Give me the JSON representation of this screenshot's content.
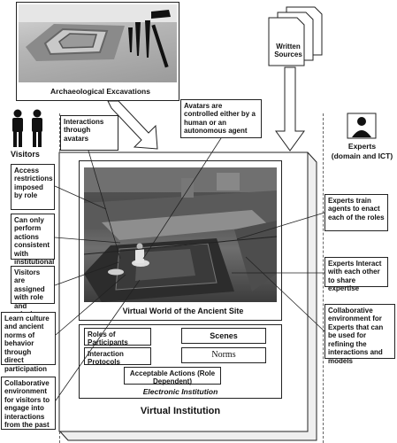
{
  "excavation": {
    "caption": "Archaeological Excavations"
  },
  "written_sources": {
    "label": "Written\nSources"
  },
  "visitors": {
    "label": "Visitors"
  },
  "experts": {
    "label_line1": "Experts",
    "label_line2": "(domain and ICT)"
  },
  "callouts": {
    "interactions_through_avatars": "Interactions through avatars",
    "avatars_controlled": "Avatars are controlled either by a human or an autonomous agent",
    "access_restrictions": "Access restrictions imposed by role",
    "can_only_perform": "Can only perform actions consistent with institutional rules",
    "visitors_assigned": "Visitors are assigned with role and mission",
    "learn_culture": "Learn culture and ancient norms of behavior through direct participation",
    "collab_visitors": "Collaborative environment for visitors to engage into interactions from the past",
    "experts_train": "Experts train agents to enact each of the roles",
    "experts_interact": "Experts Interact with each other to share expertise",
    "collab_experts": "Collaborative environment for Experts that can be used for refining the interactions and models"
  },
  "virtual_world": {
    "caption": "Virtual World of the Ancient Site"
  },
  "electronic_institution": {
    "roles": "Roles of Participants",
    "scenes": "Scenes",
    "interaction_protocols": "Interaction Protocols",
    "norms": "Norms",
    "acceptable_actions": "Acceptable Actions (Role Dependent)",
    "label": "Electronic Institution"
  },
  "virtual_institution": {
    "label": "Virtual Institution"
  },
  "colors": {
    "line": "#222222",
    "photo_dark": "#3a3a3a"
  }
}
